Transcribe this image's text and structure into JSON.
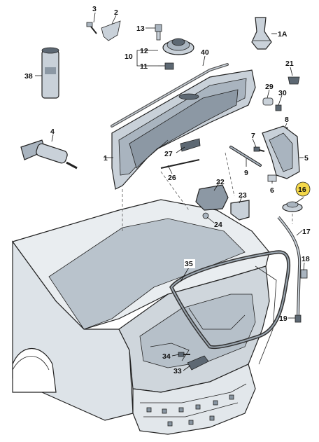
{
  "colors": {
    "part_fill": "#c9d1d9",
    "part_shade": "#a9b4bf",
    "part_dark": "#5d6873",
    "highlight": "#f4d84a",
    "line": "#222222"
  },
  "callouts": [
    {
      "id": "c3",
      "label": "3"
    },
    {
      "id": "c2",
      "label": "2"
    },
    {
      "id": "c13",
      "label": "13"
    },
    {
      "id": "c1A",
      "label": "1A"
    },
    {
      "id": "c40",
      "label": "40"
    },
    {
      "id": "c12",
      "label": "12"
    },
    {
      "id": "c10",
      "label": "10"
    },
    {
      "id": "c11",
      "label": "11"
    },
    {
      "id": "c38",
      "label": "38"
    },
    {
      "id": "c21",
      "label": "21"
    },
    {
      "id": "c29",
      "label": "29"
    },
    {
      "id": "c30",
      "label": "30"
    },
    {
      "id": "c8",
      "label": "8"
    },
    {
      "id": "c4",
      "label": "4"
    },
    {
      "id": "c1",
      "label": "1"
    },
    {
      "id": "c7",
      "label": "7"
    },
    {
      "id": "c27",
      "label": "27"
    },
    {
      "id": "c5",
      "label": "5"
    },
    {
      "id": "c9",
      "label": "9"
    },
    {
      "id": "c26",
      "label": "26"
    },
    {
      "id": "c6",
      "label": "6"
    },
    {
      "id": "c22",
      "label": "22"
    },
    {
      "id": "c16",
      "label": "16"
    },
    {
      "id": "c23",
      "label": "23"
    },
    {
      "id": "c24",
      "label": "24"
    },
    {
      "id": "c17",
      "label": "17"
    },
    {
      "id": "c35",
      "label": "35"
    },
    {
      "id": "c18",
      "label": "18"
    },
    {
      "id": "c19",
      "label": "19"
    },
    {
      "id": "c34",
      "label": "34"
    },
    {
      "id": "c33",
      "label": "33"
    }
  ]
}
